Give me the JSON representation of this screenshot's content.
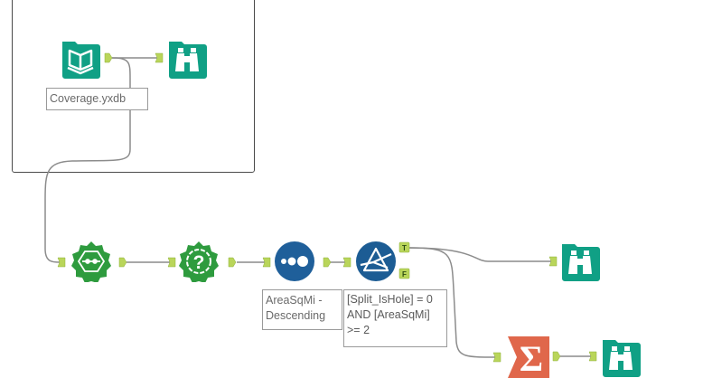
{
  "canvas": {
    "wire_color": "#8c8c8c",
    "anchor_color": "#b9d55a",
    "colors": {
      "io_teal": "#10a085",
      "prep_green": "#2e9b3e",
      "sort_blue": "#1f5f9a",
      "filter_blue": "#1c5c94",
      "summarize_orange": "#e0674b"
    }
  },
  "container": {
    "tools": [
      {
        "id": "input",
        "icon": "book-icon",
        "kind": "Input Data"
      },
      {
        "id": "browse1",
        "icon": "binoculars-icon",
        "kind": "Browse"
      }
    ],
    "annotation_input": "Coverage.yxdb"
  },
  "tools": [
    {
      "id": "spatial",
      "icon": "spatial-process-icon",
      "kind": "Spatial Process"
    },
    {
      "id": "sample",
      "icon": "question-icon",
      "kind": "Spatial Info"
    },
    {
      "id": "sort",
      "icon": "dots-icon",
      "kind": "Sort"
    },
    {
      "id": "filter",
      "icon": "filter-prism-icon",
      "kind": "Filter"
    },
    {
      "id": "browse2",
      "icon": "binoculars-icon",
      "kind": "Browse"
    },
    {
      "id": "summarize",
      "icon": "sigma-icon",
      "kind": "Summarize"
    },
    {
      "id": "browse3",
      "icon": "binoculars-icon",
      "kind": "Browse"
    }
  ],
  "annotations": {
    "sort": "AreaSqMi -\nDescending",
    "filter": "[Split_IsHole] = 0\nAND [AreaSqMi]\n>= 2"
  },
  "anchors": {
    "filter_true": "T",
    "filter_false": "F"
  }
}
